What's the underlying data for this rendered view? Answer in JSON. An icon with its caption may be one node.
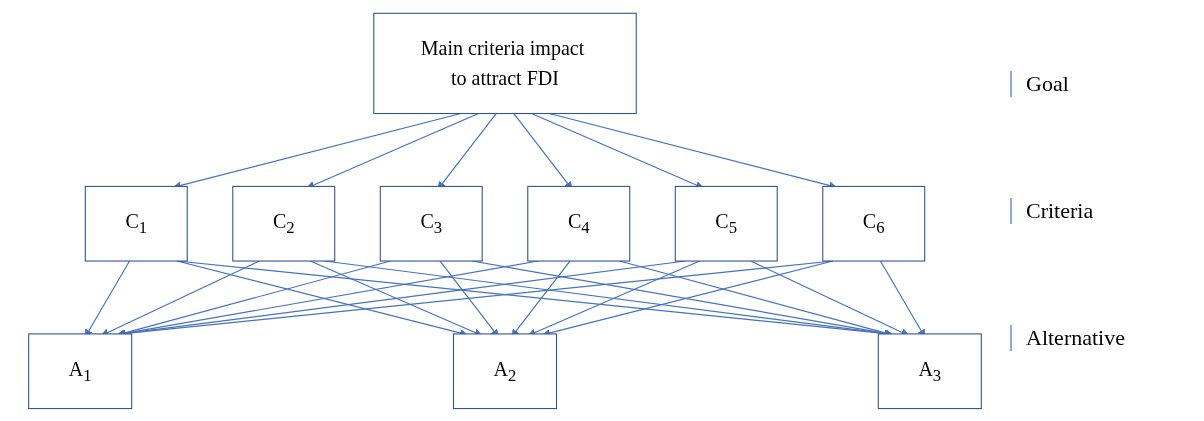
{
  "diagram": {
    "nodes": [
      {
        "text": [
          "Main criteria impact to attract FDI"
        ]
      },
      {
        "text": [
          "C$_{1}$"
        ]
      },
      {
        "text": [
          "C$_{2}$"
        ]
      },
      {
        "text": [
          "C$_{3}$"
        ]
      },
      {
        "text": [
          "C$_{4}$"
        ]
      },
      {
        "text": [
          "C$_{5}$"
        ]
      },
      {
        "text": [
          "C$_{6}$"
        ]
      },
      {
        "text": [
          "A$_{1}$"
        ]
      },
      {
        "text": [
          "A$_{2}$"
        ]
      },
      {
        "text": [
          "A$_{3}$"
        ]
      }
    ],
    "edges": [
      {
        "from": 0,
        "to": 1,
        "arrow": "to"
      },
      {
        "from": 0,
        "to": 2,
        "arrow": "to"
      },
      {
        "from": 0,
        "to": 3,
        "arrow": "to"
      },
      {
        "from": 0,
        "to": 4,
        "arrow": "to"
      },
      {
        "from": 0,
        "to": 5,
        "arrow": "to"
      },
      {
        "from": 0,
        "to": 6,
        "arrow": "to"
      },
      {
        "from": 1,
        "to": 7,
        "arrow": "to"
      },
      {
        "from": 1,
        "to": 8,
        "arrow": "to"
      },
      {
        "from": 1,
        "to": 9,
        "arrow": "to"
      },
      {
        "from": 2,
        "to": 7,
        "arrow": "to"
      },
      {
        "from": 2,
        "to": 8,
        "arrow": "to"
      },
      {
        "from": 2,
        "to": 9,
        "arrow": "to"
      },
      {
        "from": 3,
        "to": 7,
        "arrow": "to"
      },
      {
        "from": 3,
        "to": 8,
        "arrow": "to"
      },
      {
        "from": 3,
        "to": 9,
        "arrow": "to"
      },
      {
        "from": 4,
        "to": 7,
        "arrow": "to"
      },
      {
        "from": 4,
        "to": 8,
        "arrow": "to"
      },
      {
        "from": 4,
        "to": 9,
        "arrow": "to"
      },
      {
        "from": 5,
        "to": 7,
        "arrow": "to"
      },
      {
        "from": 5,
        "to": 8,
        "arrow": "to"
      },
      {
        "from": 5,
        "to": 9,
        "arrow": "to"
      },
      {
        "from": 6,
        "to": 7,
        "arrow": "to"
      },
      {
        "from": 6,
        "to": 8,
        "arrow": "to"
      },
      {
        "from": 6,
        "to": 9,
        "arrow": "to"
      }
    ],
    "labels": [
      "Goal",
      "Criteria",
      "Alternative"
    ]
  }
}
